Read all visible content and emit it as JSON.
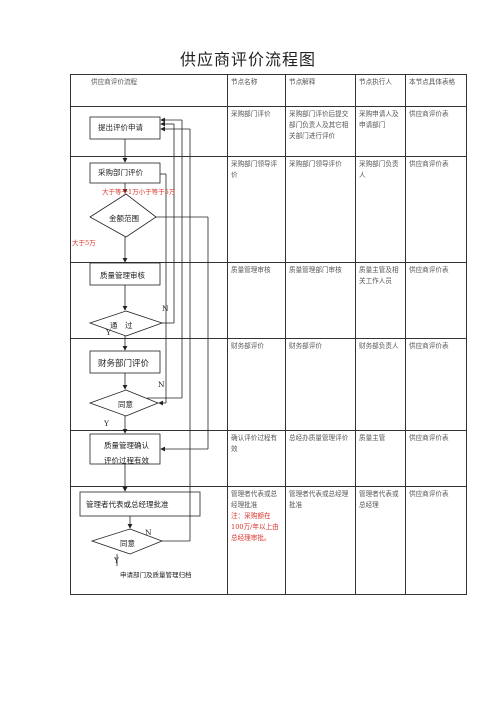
{
  "title": "供应商评价流程图",
  "headers": [
    "供应商评价流程",
    "节点名称",
    "节点解释",
    "节点执行人",
    "本节点具体表格"
  ],
  "rows": [
    {
      "name": "采购部门评价",
      "explain": "采购部门评价后提交部门负责人及其它相关部门进行评价",
      "executor": "采购申请人及申请部门",
      "form": "供应商评价表"
    },
    {
      "name": "采购部门领导评价",
      "explain": "采购部门领导评价",
      "executor": "采购部门负责人",
      "form": "供应商评价表"
    },
    {
      "name": "质量管理审核",
      "explain": "质量管理部门审核",
      "executor": "质量主管及相关工作人员",
      "form": "供应商评价表"
    },
    {
      "name": "财务部评价",
      "explain": "财务部评价",
      "executor": "财务部负责人",
      "form": "供应商评价表"
    },
    {
      "name": "确认评价过程有效",
      "explain": "总经办质量管理评价",
      "executor": "质量主管",
      "form": "供应商评价表"
    },
    {
      "name": "管理者代表或总经理批准",
      "name_note": "注：采购额在100万/年以上由总经理审批。",
      "explain": "管理者代表或总经理批准",
      "executor": "管理者代表或总经理",
      "form": "供应商评价表"
    }
  ],
  "flow": {
    "apply": "提出评价申请",
    "purchase_eval": "采购部门评价",
    "cond_mid": "大于等于1万小于等于5万",
    "amount": "金额范围",
    "cond_big": "大于5万",
    "quality": "质量管理审核",
    "pass": "通　过",
    "n1": "N",
    "y1": "Y",
    "finance": "财务部门评价",
    "n2": "N",
    "agree1": "同意",
    "y2": "Y",
    "confirm_line1": "质量管理确认",
    "confirm_line2": "评价过程有效",
    "approve": "管理者代表或总经理批准",
    "n3": "N",
    "agree2": "同意",
    "y3": "Y",
    "archive": "申请部门及质量管理归档"
  }
}
